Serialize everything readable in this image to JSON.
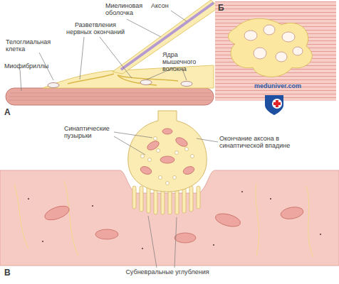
{
  "diagram": {
    "labels": [
      "Миелиновая оболочка",
      "Аксон",
      "Разветвления нервных окончаний",
      "Телоглиальная клетка",
      "Миофибриллы",
      "Ядра мышечного волокна",
      "А",
      "Б",
      "meduniver.com",
      "Синаптические пузырьки",
      "Окончание аксона в синаптической впадине",
      "Субневральные углубления",
      "В"
    ]
  }
}
